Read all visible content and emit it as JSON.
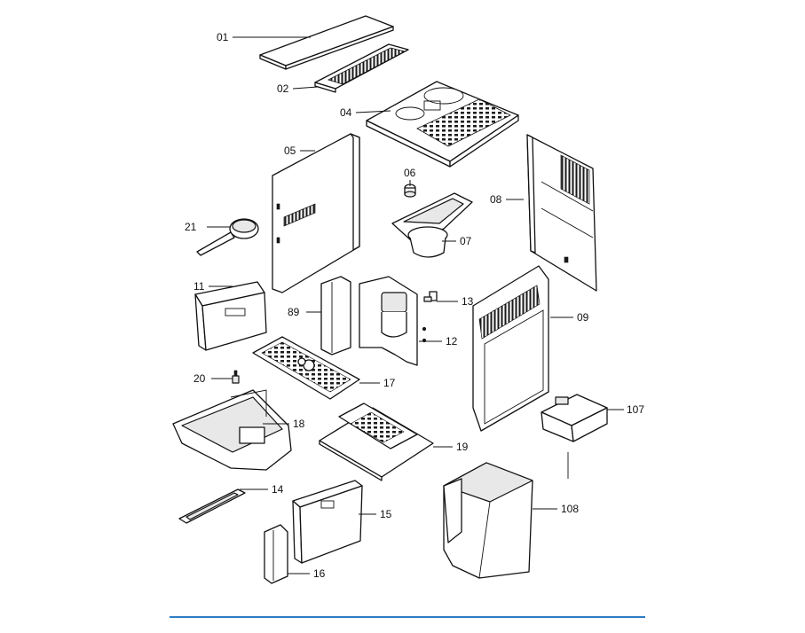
{
  "parts": [
    {
      "id": "p01",
      "label": "01"
    },
    {
      "id": "p02",
      "label": "02"
    },
    {
      "id": "p04",
      "label": "04"
    },
    {
      "id": "p05",
      "label": "05"
    },
    {
      "id": "p06",
      "label": "06"
    },
    {
      "id": "p07",
      "label": "07"
    },
    {
      "id": "p08",
      "label": "08"
    },
    {
      "id": "p09",
      "label": "09"
    },
    {
      "id": "p11",
      "label": "11"
    },
    {
      "id": "p12",
      "label": "12"
    },
    {
      "id": "p13",
      "label": "13"
    },
    {
      "id": "p14",
      "label": "14"
    },
    {
      "id": "p15",
      "label": "15"
    },
    {
      "id": "p16",
      "label": "16"
    },
    {
      "id": "p17",
      "label": "17"
    },
    {
      "id": "p18",
      "label": "18"
    },
    {
      "id": "p19",
      "label": "19"
    },
    {
      "id": "p20",
      "label": "20"
    },
    {
      "id": "p21",
      "label": "21"
    },
    {
      "id": "p89",
      "label": "89"
    },
    {
      "id": "p107",
      "label": "107"
    },
    {
      "id": "p108",
      "label": "108"
    }
  ],
  "colors": {
    "rule": "#2f7cc4",
    "ink": "#111111"
  }
}
